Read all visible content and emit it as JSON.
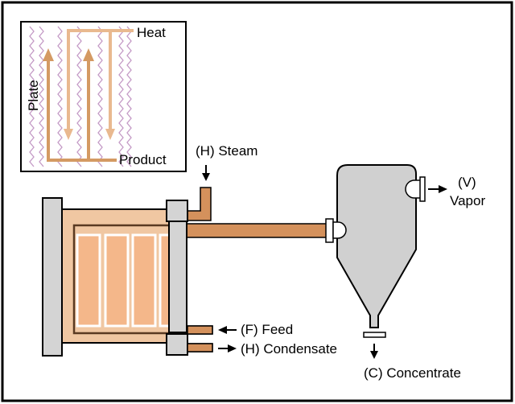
{
  "inset": {
    "heat_label": "Heat",
    "product_label": "Product",
    "plate_label": "Plate"
  },
  "labels": {
    "steam": "(H) Steam",
    "vapor_code": "(V)",
    "vapor": "Vapor",
    "feed": "(F) Feed",
    "condensate": "(H) Condensate",
    "concentrate": "(C) Concentrate"
  },
  "colors": {
    "heat_stream": "#e9b98f",
    "product_stream": "#d49a63",
    "zigzag": "#c49ac6",
    "exchanger_fill": "#f0c7a2",
    "exchanger_outline": "#5a3a22",
    "pipe": "#d4915c",
    "end_plate": "#d4d4d4",
    "separator": "#d0d0d0"
  }
}
